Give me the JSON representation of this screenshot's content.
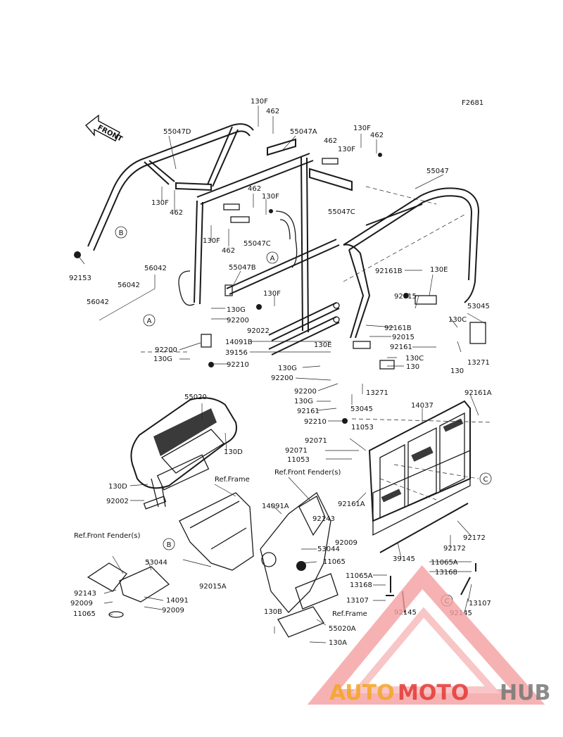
{
  "figure_code": "F2681",
  "front_label": "FRONT",
  "ref_labels": [
    "Ref.Frame",
    "Ref.Front Fender(s)",
    "Ref.Front Fender(s)",
    "Ref.Frame"
  ],
  "circle_refs": [
    "A",
    "B",
    "C"
  ],
  "part_labels": [
    "55047D",
    "55047A",
    "55047",
    "55047C",
    "55047C",
    "55047B",
    "130F",
    "462",
    "130F",
    "462",
    "462",
    "130F",
    "130F",
    "462",
    "462",
    "130F",
    "130F",
    "462",
    "92153",
    "56042",
    "56042",
    "56042",
    "130G",
    "92200",
    "92022",
    "130F",
    "92200",
    "130G",
    "92210",
    "14091B",
    "39156",
    "130E",
    "130G",
    "92200",
    "92200",
    "130G",
    "92161",
    "92210",
    "53045",
    "13271",
    "92161B",
    "92015",
    "92161B",
    "92015",
    "92161",
    "130E",
    "130C",
    "130",
    "53045",
    "130C",
    "13271",
    "130",
    "55020",
    "130D",
    "130D",
    "92002",
    "92015A",
    "14091A",
    "53044",
    "92143",
    "92009",
    "11065",
    "53044",
    "92143",
    "92009",
    "11065",
    "14091",
    "92009",
    "130B",
    "55020A",
    "130A",
    "11053",
    "92071",
    "92071",
    "11053",
    "14037",
    "92161A",
    "92161A",
    "92172",
    "92172",
    "39145",
    "11065A",
    "13168",
    "11065A",
    "13168",
    "13107",
    "92145",
    "92145",
    "13107"
  ],
  "watermark": {
    "auto": "AUTO",
    "moto": "MOTO",
    "hub": "HUB"
  },
  "colors": {
    "line": "#1a1a1a",
    "wm_orange": "#f5a623",
    "wm_red": "#e53935",
    "wm_grey": "#777777"
  }
}
